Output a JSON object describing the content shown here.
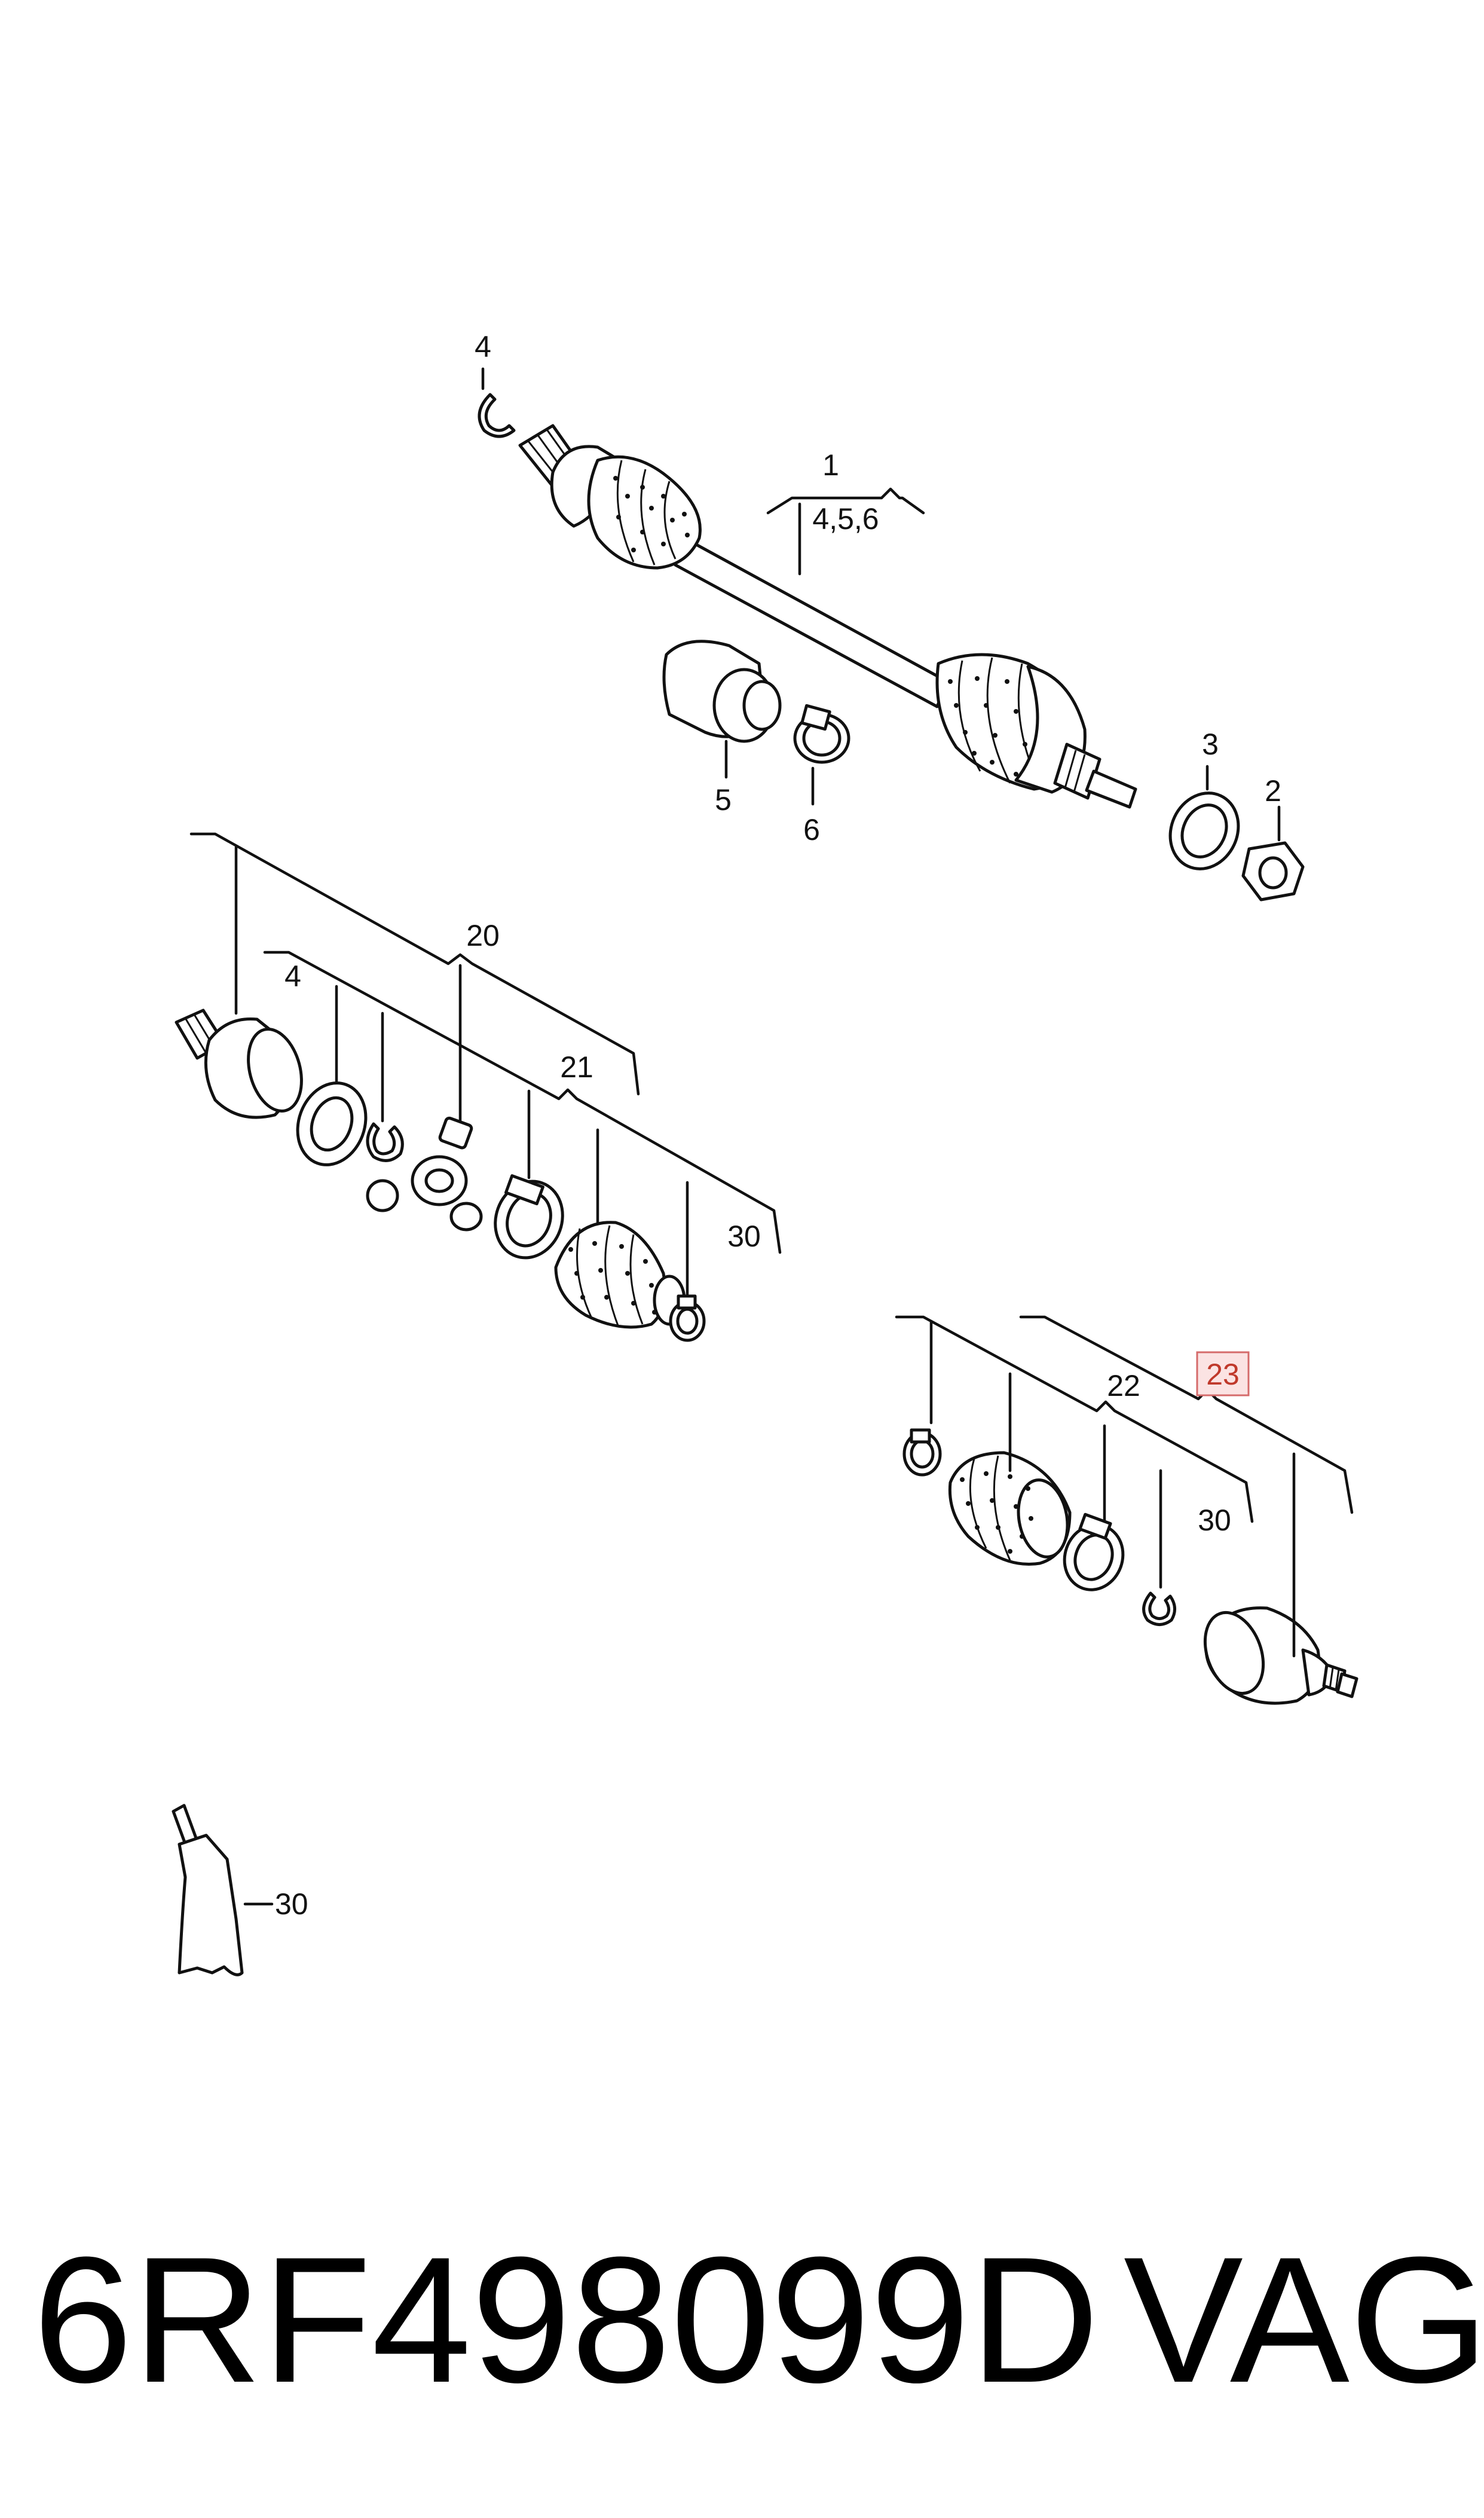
{
  "callouts": {
    "c1": "1",
    "c1_sub": "4,5,6",
    "c2": "2",
    "c3": "3",
    "c4_top": "4",
    "c5": "5",
    "c6": "6",
    "c20": "20",
    "c4_mid": "4",
    "c21": "21",
    "c30_mid": "30",
    "c22": "22",
    "c23": "23",
    "c30_low": "30",
    "c30_tube": "30"
  },
  "footer": {
    "part_number": "6RF498099D",
    "brand": "VAG"
  },
  "colors": {
    "line": "#111111",
    "highlight_fill": "#fbe3e3",
    "highlight_border": "#d56b6b",
    "highlight_text": "#c0392b"
  }
}
